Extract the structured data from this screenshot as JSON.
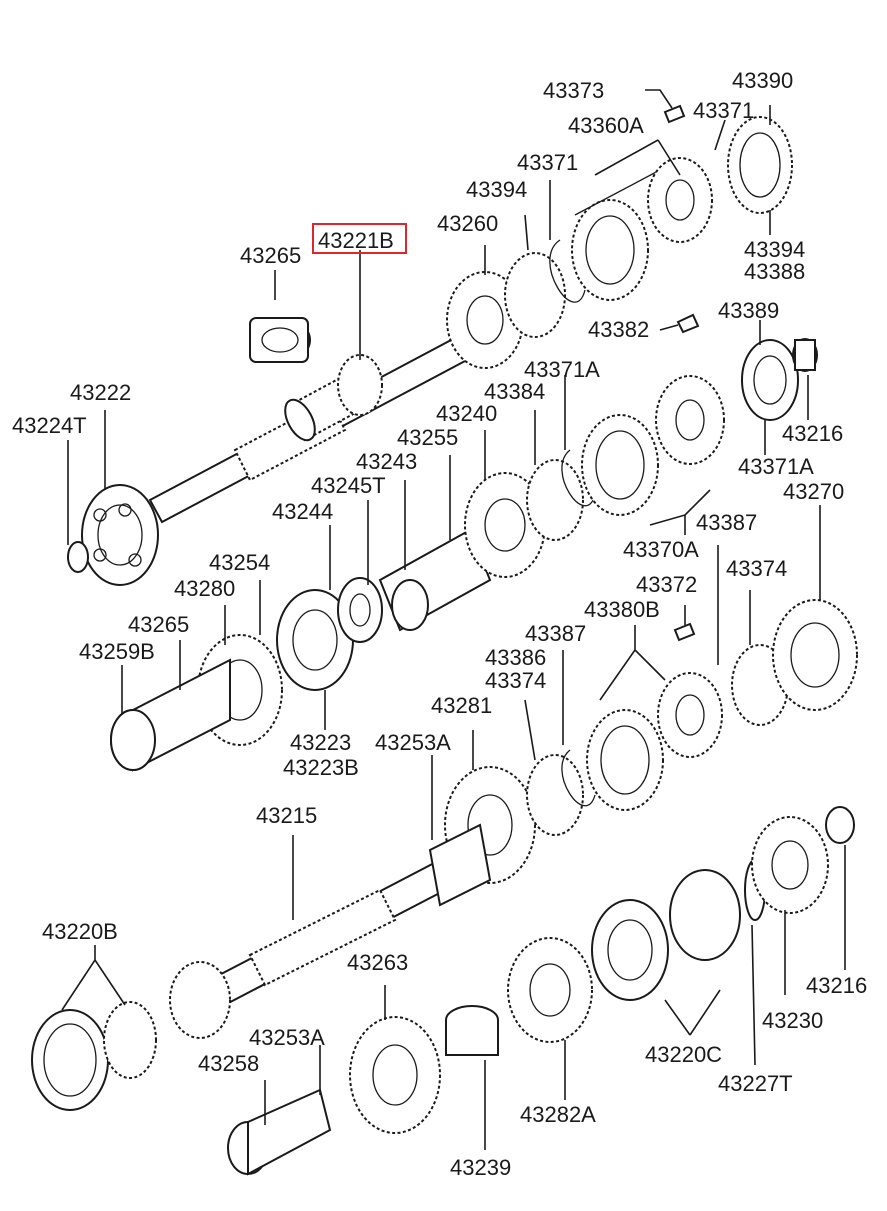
{
  "highlight_color": "#e0262b",
  "line_color": "#1a1a1a",
  "highlighted_part": "43221B",
  "labels": {
    "p43373": "43373",
    "p43390": "43390",
    "p43360A": "43360A",
    "p43371_a": "43371",
    "p43371_b": "43371",
    "p43394_a": "43394",
    "p43394_b": "43394",
    "p43388": "43388",
    "p43260": "43260",
    "p43221B": "43221B",
    "p43265_a": "43265",
    "p43382": "43382",
    "p43389": "43389",
    "p43216_a": "43216",
    "p43222": "43222",
    "p43224T": "43224T",
    "p43371A_a": "43371A",
    "p43384": "43384",
    "p43240": "43240",
    "p43255": "43255",
    "p43243": "43243",
    "p43245T": "43245T",
    "p43244": "43244",
    "p43371A_b": "43371A",
    "p43270": "43270",
    "p43370A": "43370A",
    "p43387_a": "43387",
    "p43254": "43254",
    "p43280": "43280",
    "p43265_b": "43265",
    "p43259B": "43259B",
    "p43223": "43223",
    "p43223B": "43223B",
    "p43372": "43372",
    "p43374_a": "43374",
    "p43380B": "43380B",
    "p43387_b": "43387",
    "p43386": "43386",
    "p43374_b": "43374",
    "p43281": "43281",
    "p43253A_a": "43253A",
    "p43215": "43215",
    "p43220B": "43220B",
    "p43263": "43263",
    "p43253A_b": "43253A",
    "p43258": "43258",
    "p43239": "43239",
    "p43282A": "43282A",
    "p43220C": "43220C",
    "p43227T": "43227T",
    "p43230": "43230",
    "p43216_b": "43216"
  }
}
